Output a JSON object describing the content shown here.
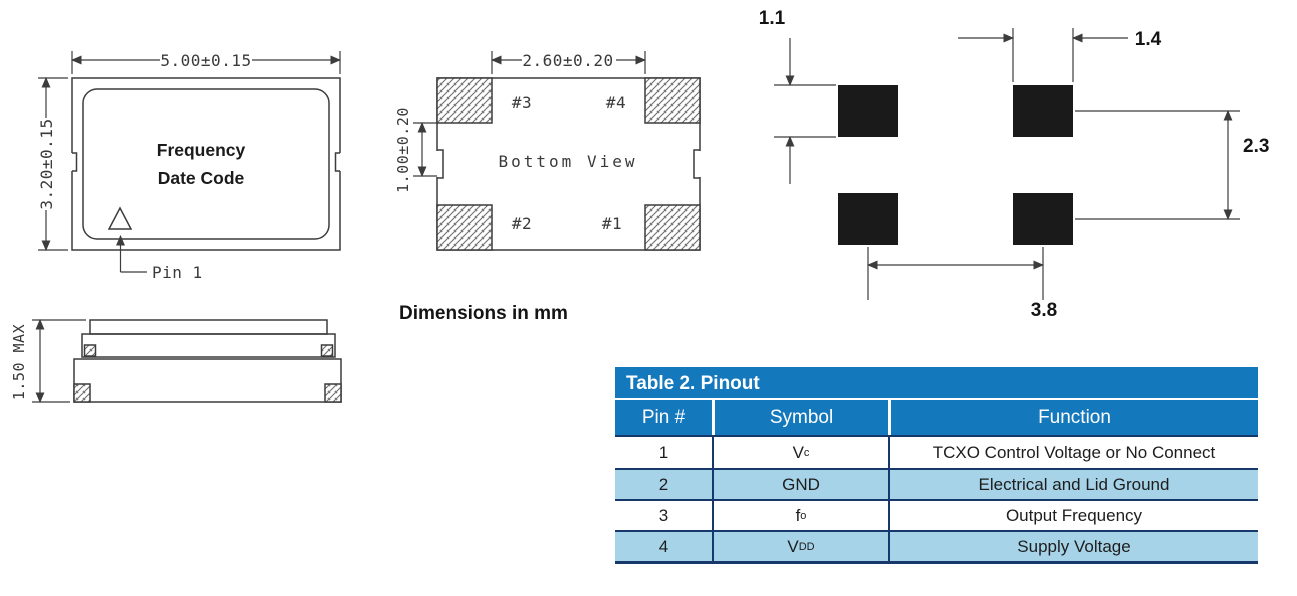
{
  "notes": {
    "units": "Dimensions in mm"
  },
  "top_view": {
    "width_dim": "5.00±0.15",
    "height_dim": "3.20±0.15",
    "marking_line1": "Frequency",
    "marking_line2": "Date Code",
    "pin1_label": "Pin 1"
  },
  "bottom_view": {
    "title": "Bottom View",
    "width_dim": "2.60±0.20",
    "pad_dim": "1.00±0.20",
    "pad_labels": {
      "p1": "#1",
      "p2": "#2",
      "p3": "#3",
      "p4": "#4"
    }
  },
  "side_view": {
    "height_dim": "1.50 MAX"
  },
  "land_pattern": {
    "pad_height_dim": "1.1",
    "pad_width_dim": "1.4",
    "row_pitch_dim": "2.3",
    "column_pitch_dim": "3.8"
  },
  "pinout_table": {
    "title": "Table 2. Pinout",
    "headers": [
      "Pin #",
      "Symbol",
      "Function"
    ],
    "rows": [
      {
        "pin": "1",
        "symbol": "V",
        "symbol_sub": "c",
        "function": "TCXO Control Voltage or No Connect"
      },
      {
        "pin": "2",
        "symbol": "GND",
        "symbol_sub": "",
        "function": "Electrical and Lid Ground"
      },
      {
        "pin": "3",
        "symbol": "f",
        "symbol_sub": "o",
        "function": "Output Frequency"
      },
      {
        "pin": "4",
        "symbol": "V",
        "symbol_sub": "DD",
        "function": "Supply Voltage"
      }
    ]
  },
  "colors": {
    "header_blue": "#1478bd",
    "row_alt_blue": "#a7d3e8",
    "table_border_navy": "#17386b",
    "line_gray": "#3c3c3c",
    "pad_black": "#1a1a1a"
  }
}
